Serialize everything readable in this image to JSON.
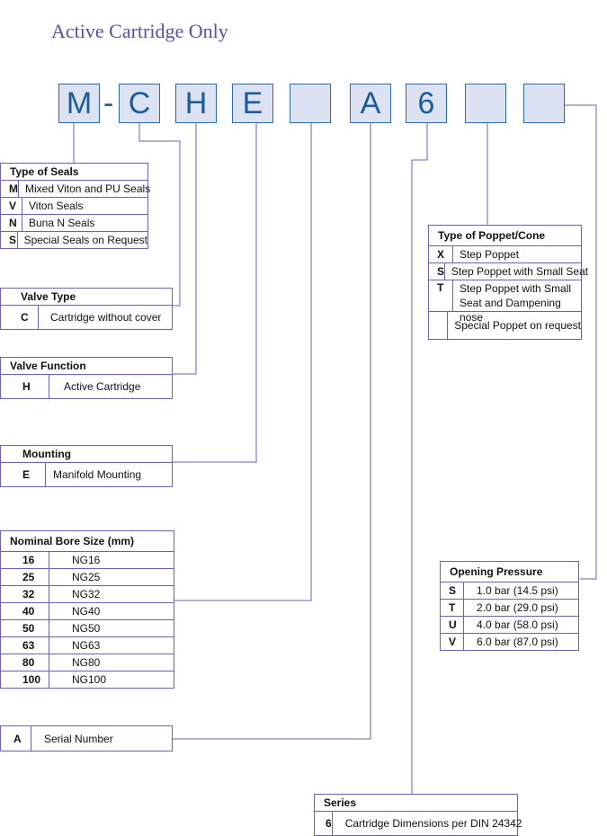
{
  "title": "Active Cartridge Only",
  "code": {
    "c1": "M",
    "dash": "-",
    "c2": "C",
    "c3": "H",
    "c4": "E",
    "c5": "",
    "c6": "A",
    "c7": "6",
    "c8": "",
    "c9": ""
  },
  "seals": {
    "header": "Type of Seals",
    "rows": [
      {
        "k": "M",
        "v": "Mixed Viton and PU Seals"
      },
      {
        "k": "V",
        "v": "Viton Seals"
      },
      {
        "k": "N",
        "v": "Buna N Seals"
      },
      {
        "k": "S",
        "v": "Special Seals on Request"
      }
    ]
  },
  "valve_type": {
    "header": "Valve Type",
    "rows": [
      {
        "k": "C",
        "v": "Cartridge without cover"
      }
    ]
  },
  "valve_function": {
    "header": "Valve Function",
    "rows": [
      {
        "k": "H",
        "v": "Active Cartridge"
      }
    ]
  },
  "mounting": {
    "header": "Mounting",
    "rows": [
      {
        "k": "E",
        "v": "Manifold Mounting"
      }
    ]
  },
  "bore": {
    "header": "Nominal Bore Size (mm)",
    "rows": [
      {
        "k": "16",
        "v": "NG16"
      },
      {
        "k": "25",
        "v": "NG25"
      },
      {
        "k": "32",
        "v": "NG32"
      },
      {
        "k": "40",
        "v": "NG40"
      },
      {
        "k": "50",
        "v": "NG50"
      },
      {
        "k": "63",
        "v": "NG63"
      },
      {
        "k": "80",
        "v": "NG80"
      },
      {
        "k": "100",
        "v": "NG100"
      }
    ]
  },
  "serial": {
    "rows": [
      {
        "k": "A",
        "v": "Serial Number"
      }
    ]
  },
  "poppet": {
    "header": "Type of Poppet/Cone",
    "rows": [
      {
        "k": "X",
        "v": "Step Poppet"
      },
      {
        "k": "S",
        "v": "Step Poppet with Small Seat"
      },
      {
        "k": "T",
        "v": "Step Poppet with Small Seat and Dampening nose"
      },
      {
        "k": "",
        "v": "Special Poppet on request"
      }
    ]
  },
  "pressure": {
    "header": "Opening Pressure",
    "rows": [
      {
        "k": "S",
        "v": "1.0 bar (14.5 psi)"
      },
      {
        "k": "T",
        "v": "2.0 bar (29.0 psi)"
      },
      {
        "k": "U",
        "v": "4.0 bar (58.0 psi)"
      },
      {
        "k": "V",
        "v": "6.0 bar (87.0 psi)"
      }
    ]
  },
  "series": {
    "header": "Series",
    "rows": [
      {
        "k": "6",
        "v": "Cartridge Dimensions per DIN 24342"
      }
    ]
  }
}
